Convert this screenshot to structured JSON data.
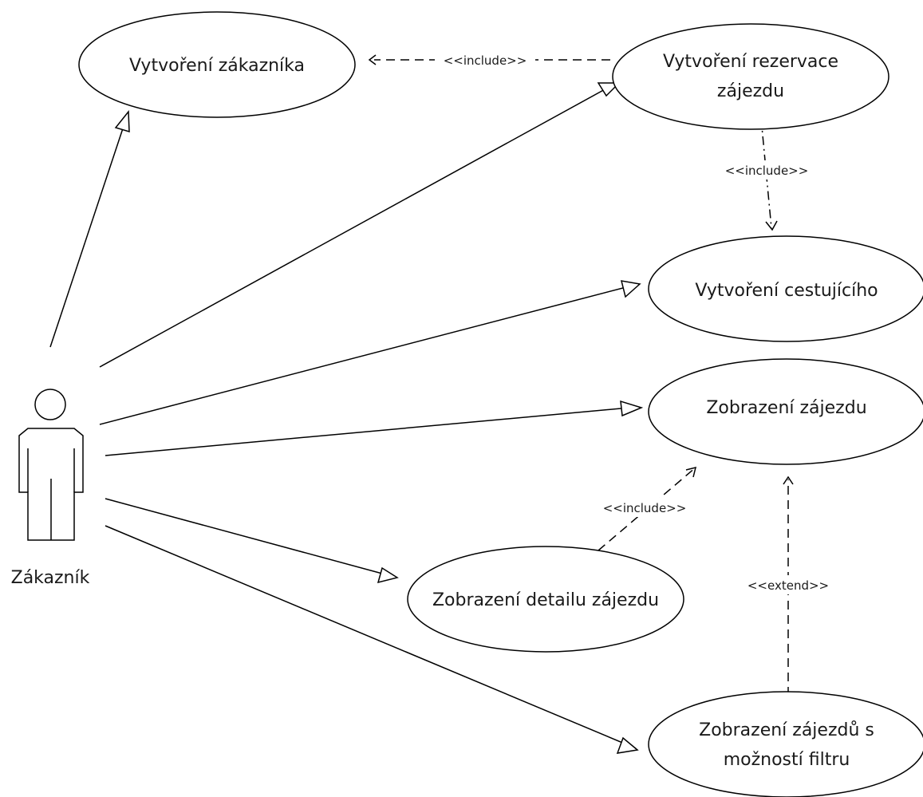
{
  "actor": {
    "name": "Zákazník"
  },
  "use_cases": {
    "create_customer": {
      "lines": [
        "Vytvoření zákazníka"
      ]
    },
    "create_reservation": {
      "lines": [
        "Vytvoření rezervace",
        "zájezdu"
      ]
    },
    "create_traveler": {
      "lines": [
        "Vytvoření cestujícího"
      ]
    },
    "show_tour": {
      "lines": [
        "Zobrazení zájezdu"
      ]
    },
    "show_tour_detail": {
      "lines": [
        "Zobrazení detailu zájezdu"
      ]
    },
    "show_tours_filter": {
      "lines": [
        "Zobrazení zájezdů s",
        "možností filtru"
      ]
    }
  },
  "relationships": {
    "include_customer": {
      "stereotype": "<<include>>"
    },
    "include_traveler": {
      "stereotype": "<<include>>"
    },
    "include_detail": {
      "stereotype": "<<include>>"
    },
    "extend_filter": {
      "stereotype": "<<extend>>"
    }
  }
}
